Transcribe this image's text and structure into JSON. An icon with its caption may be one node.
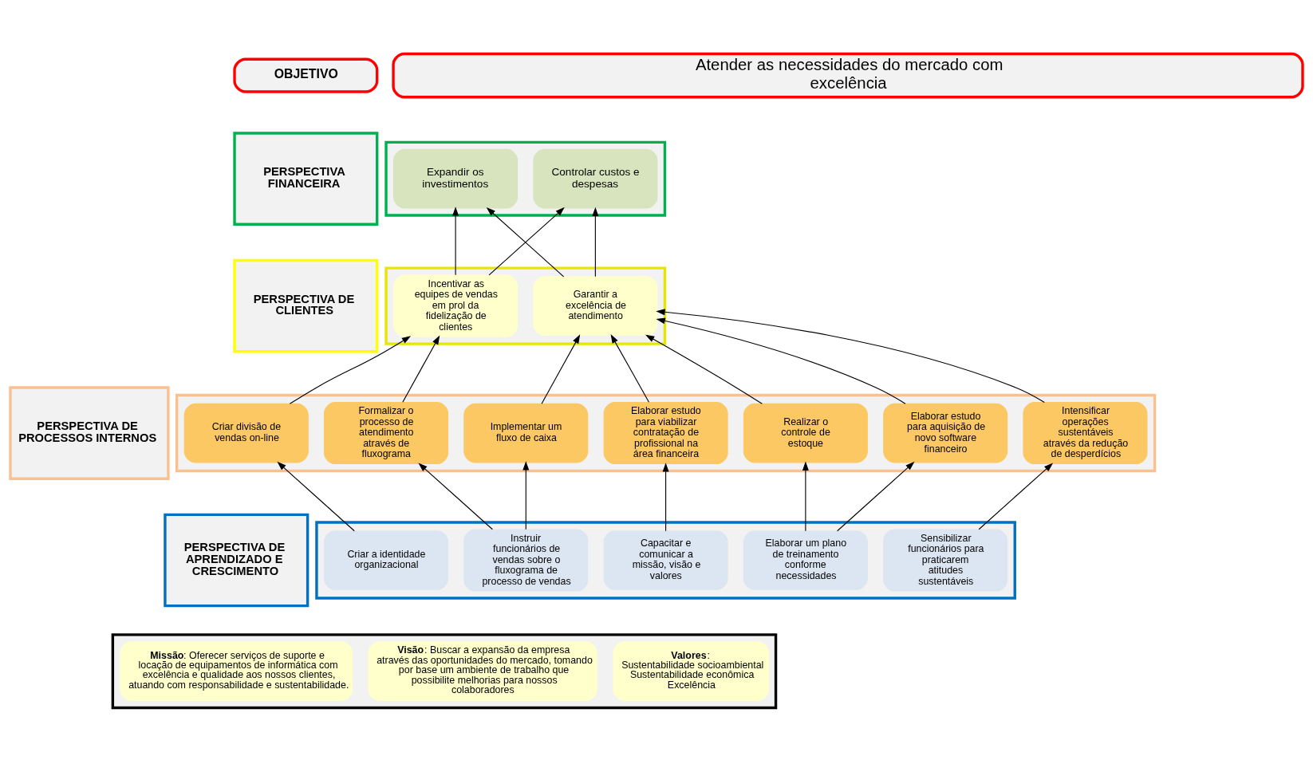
{
  "diagram": {
    "nodes": [
      {
        "text": [
          "OBJETIVO"
        ]
      },
      {
        "text": [
          "Atender as necessidades do mercado com excelência"
        ]
      },
      {
        "text": [
          "PERSPECTIVA FINANCEIRA"
        ]
      },
      {
        "text": [],
        "shape": "box"
      },
      {
        "text": [
          "Controlar custos e despesas"
        ],
        "in": 3
      },
      {
        "text": [
          "Expandir os investimentos"
        ],
        "in": 3
      },
      {
        "text": [
          "PERSPECTIVA DE CLIENTES"
        ]
      },
      {
        "text": [],
        "shape": "box"
      },
      {
        "text": [
          "Garantir a excelência de atendimento"
        ],
        "in": 7
      },
      {
        "text": [
          "Incentivar as equipes de vendas em prol da fidelização de clientes"
        ],
        "in": 7
      },
      {
        "text": [
          "PERSPECTIVA DE PROCESSOS INTERNOS"
        ]
      },
      {
        "text": [],
        "shape": "box"
      },
      {
        "text": [
          "Implementar um fluxo de caixa"
        ],
        "in": 11
      },
      {
        "text": [
          "Elaborar estudo para aquisição de novo software financeiro"
        ],
        "in": 11
      },
      {
        "text": [
          "Elaborar estudo para viabilizar contratação de profissional na área financeira"
        ],
        "in": 11
      },
      {
        "text": [
          "Criar divisão de vendas on-line"
        ],
        "in": 11
      },
      {
        "text": [
          "Realizar o controle de estoque"
        ],
        "in": 11
      },
      {
        "text": [
          "Intensificar operações sustentáveis através da redução de desperdícios"
        ],
        "in": 11
      },
      {
        "text": [
          "Formalizar o processo de atendimento através de fluxograma"
        ],
        "in": 11
      },
      {
        "text": [
          "PERSPECTIVA DE APRENDIZADO E CRESCIMENTO"
        ]
      },
      {
        "text": [],
        "shape": "box"
      },
      {
        "text": [
          "Sensibilizar funcionários para praticarem atitudes sustentáveis"
        ],
        "in": 20
      },
      {
        "text": [
          "Instruir funcionários de vendas sobre o fluxograma de processo de vendas"
        ],
        "in": 20
      },
      {
        "text": [
          "Capacitar e comunicar a missão, visão e valores"
        ],
        "in": 20
      },
      {
        "text": [
          "Elaborar um plano de treinamento conforme necessidades"
        ],
        "in": 20
      },
      {
        "text": [
          "Criar a identidade organizacional"
        ],
        "in": 20
      },
      {
        "text": [],
        "shape": "box"
      },
      {
        "text": [
          "**Missão**: Oferecer serviços de suporte e locação de equipamentos de informática com excelência e qualidade aos nossos clientes, atuando com responsabilidade e sustentabilidade."
        ],
        "in": 26
      },
      {
        "text": [
          "**Visão**: Buscar a expansão da empresa através das oportunidades do mercado, tomando por base um ambiente de trabalho que possibilite melhorias para nossos colaboradores"
        ],
        "in": 26
      },
      {
        "text": [
          "**Valores**:",
          "Sustentabilidade socioambiental",
          "Sustentabilidade econômica",
          "Excelência"
        ],
        "in": 26
      }
    ],
    "edges": [
      {
        "from": 8,
        "to": 4,
        "arrow": "to"
      },
      {
        "from": 8,
        "to": 5,
        "arrow": "to"
      },
      {
        "from": 9,
        "to": 4,
        "arrow": "to"
      },
      {
        "from": 9,
        "to": 5,
        "arrow": "to"
      },
      {
        "from": 12,
        "to": 8,
        "arrow": "to"
      },
      {
        "from": 13,
        "to": 8,
        "arrow": "to"
      },
      {
        "from": 14,
        "to": 8,
        "arrow": "to"
      },
      {
        "from": 15,
        "to": 9,
        "arrow": "to"
      },
      {
        "from": 16,
        "to": 8,
        "arrow": "to"
      },
      {
        "from": 17,
        "to": 8,
        "arrow": "to"
      },
      {
        "from": 18,
        "to": 9,
        "arrow": "to"
      },
      {
        "from": 21,
        "to": 17,
        "arrow": "to"
      },
      {
        "from": 22,
        "to": 12,
        "arrow": "to"
      },
      {
        "from": 22,
        "to": 18,
        "arrow": "to"
      },
      {
        "from": 23,
        "to": 14,
        "arrow": "to"
      },
      {
        "from": 24,
        "to": 16,
        "arrow": "to"
      },
      {
        "from": 24,
        "to": 13,
        "arrow": "to"
      },
      {
        "from": 25,
        "to": 15,
        "arrow": "to"
      }
    ]
  }
}
